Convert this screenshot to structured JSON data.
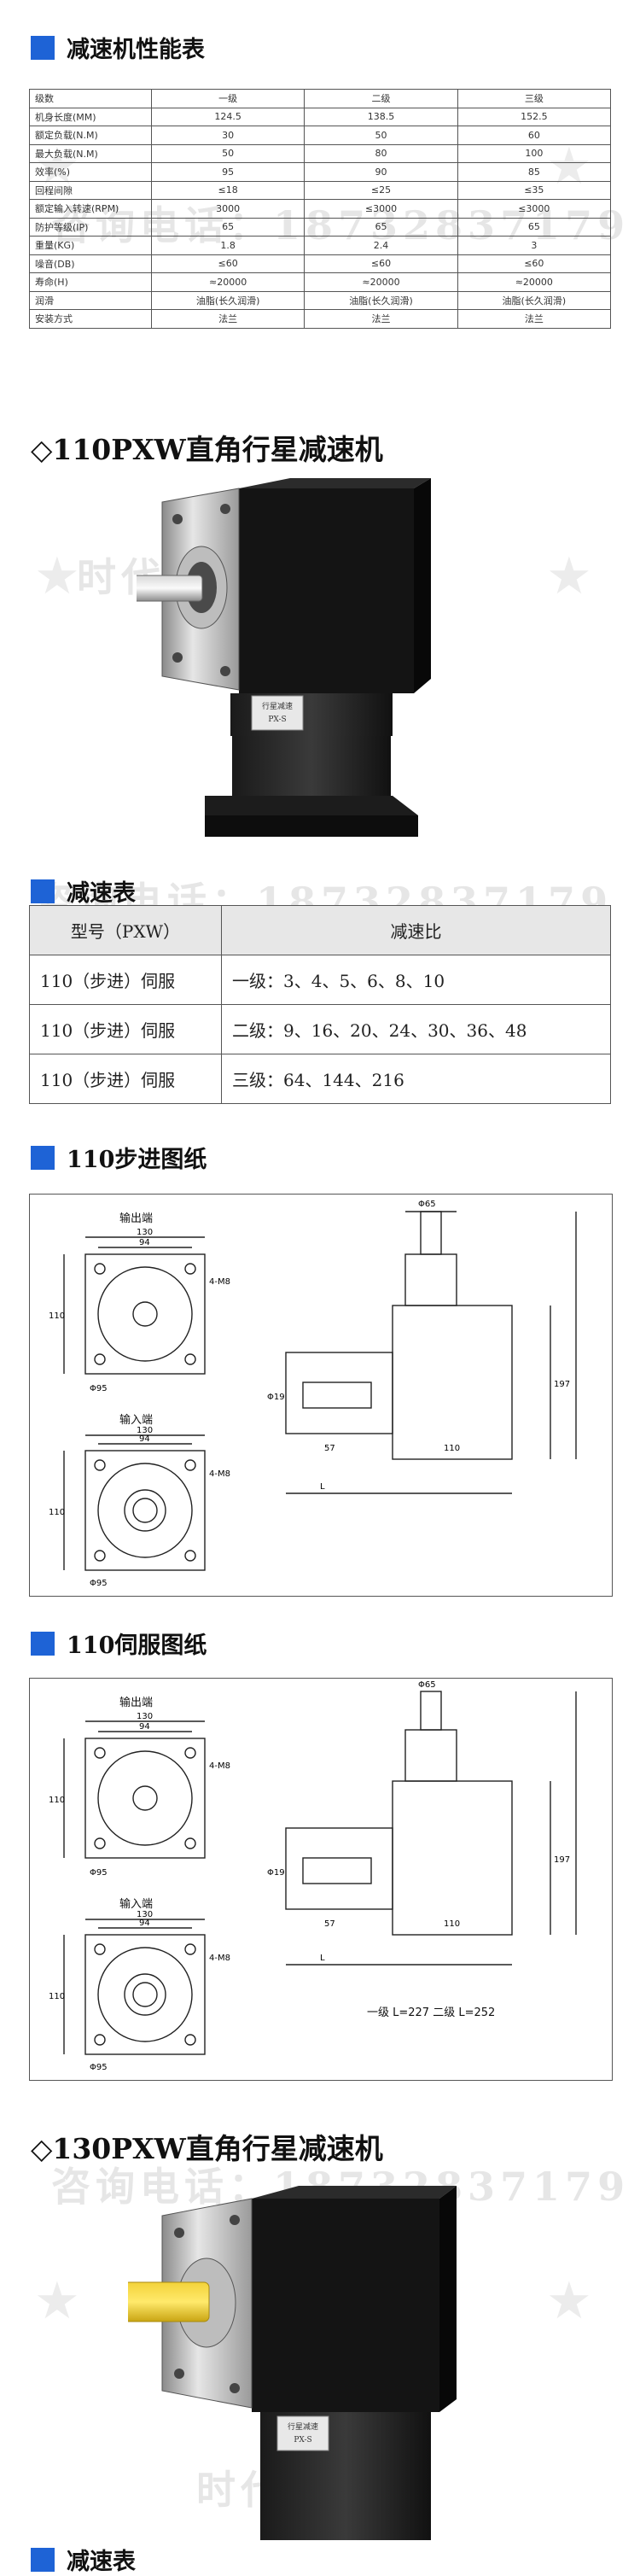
{
  "spec_section": {
    "title": "减速机性能表",
    "header": [
      "级数",
      "一级",
      "二级",
      "三级"
    ],
    "rows": [
      [
        "机身长度(MM)",
        "124.5",
        "138.5",
        "152.5"
      ],
      [
        "额定负载(N.M)",
        "30",
        "50",
        "60"
      ],
      [
        "最大负载(N.M)",
        "50",
        "80",
        "100"
      ],
      [
        "效率(%)",
        "95",
        "90",
        "85"
      ],
      [
        "回程间隙",
        "≤18",
        "≤25",
        "≤35"
      ],
      [
        "额定输入转速(RPM)",
        "3000",
        "≤3000",
        "≤3000"
      ],
      [
        "防护等级(IP)",
        "65",
        "65",
        "65"
      ],
      [
        "重量(KG)",
        "1.8",
        "2.4",
        "3"
      ],
      [
        "噪音(DB)",
        "≤60",
        "≤60",
        "≤60"
      ],
      [
        "寿命(H)",
        "≈20000",
        "≈20000",
        "≈20000"
      ],
      [
        "润滑",
        "油脂(长久润滑)",
        "油脂(长久润滑)",
        "油脂(长久润滑)"
      ],
      [
        "安装方式",
        "法兰",
        "法兰",
        "法兰"
      ]
    ]
  },
  "product_110": {
    "title": "◇110PXW直角行星减速机",
    "nameplate_line1": "行星减速",
    "nameplate_line2": "PX-S"
  },
  "ratio_section": {
    "title": "减速表",
    "header_model": "型号（PXW）",
    "header_ratio": "减速比",
    "rows": [
      {
        "model": "110（步进）伺服",
        "ratio": "一级：3、4、5、6、8、10"
      },
      {
        "model": "110（步进）伺服",
        "ratio": "二级：9、16、20、24、30、36、48"
      },
      {
        "model": "110（步进）伺服",
        "ratio": "三级：64、144、216"
      }
    ]
  },
  "stepper_drawing": {
    "title": "110步进图纸",
    "label_out": "输出端",
    "label_in": "输入端",
    "dims": {
      "d130": "130",
      "d94": "94",
      "d110": "110",
      "d95": "Φ95",
      "d4m": "4-M8",
      "d65": "Φ65",
      "d57": "57",
      "dL": "L",
      "d110b": "110",
      "d197": "197",
      "dphi": "Φ19"
    }
  },
  "servo_drawing": {
    "title": "110伺服图纸",
    "label_out": "输出端",
    "label_in": "输入端",
    "dims": {
      "d130": "130",
      "d94": "94",
      "d110": "110",
      "d95": "Φ95",
      "d4m": "4-M8",
      "d65": "Φ65",
      "d57": "57",
      "dL": "L",
      "d110b": "110",
      "d197": "197",
      "dphi": "Φ19"
    },
    "note": "一级 L=227   二级 L=252"
  },
  "product_130": {
    "title": "◇130PXW直角行星减速机",
    "nameplate_line1": "行星减速",
    "nameplate_line2": "PX-S"
  },
  "ratio_section_2": {
    "title": "减速表"
  },
  "watermark": {
    "phone": "咨询电话：18732837179",
    "brand": "时代超群"
  },
  "colors": {
    "accent": "#1e63d6"
  }
}
